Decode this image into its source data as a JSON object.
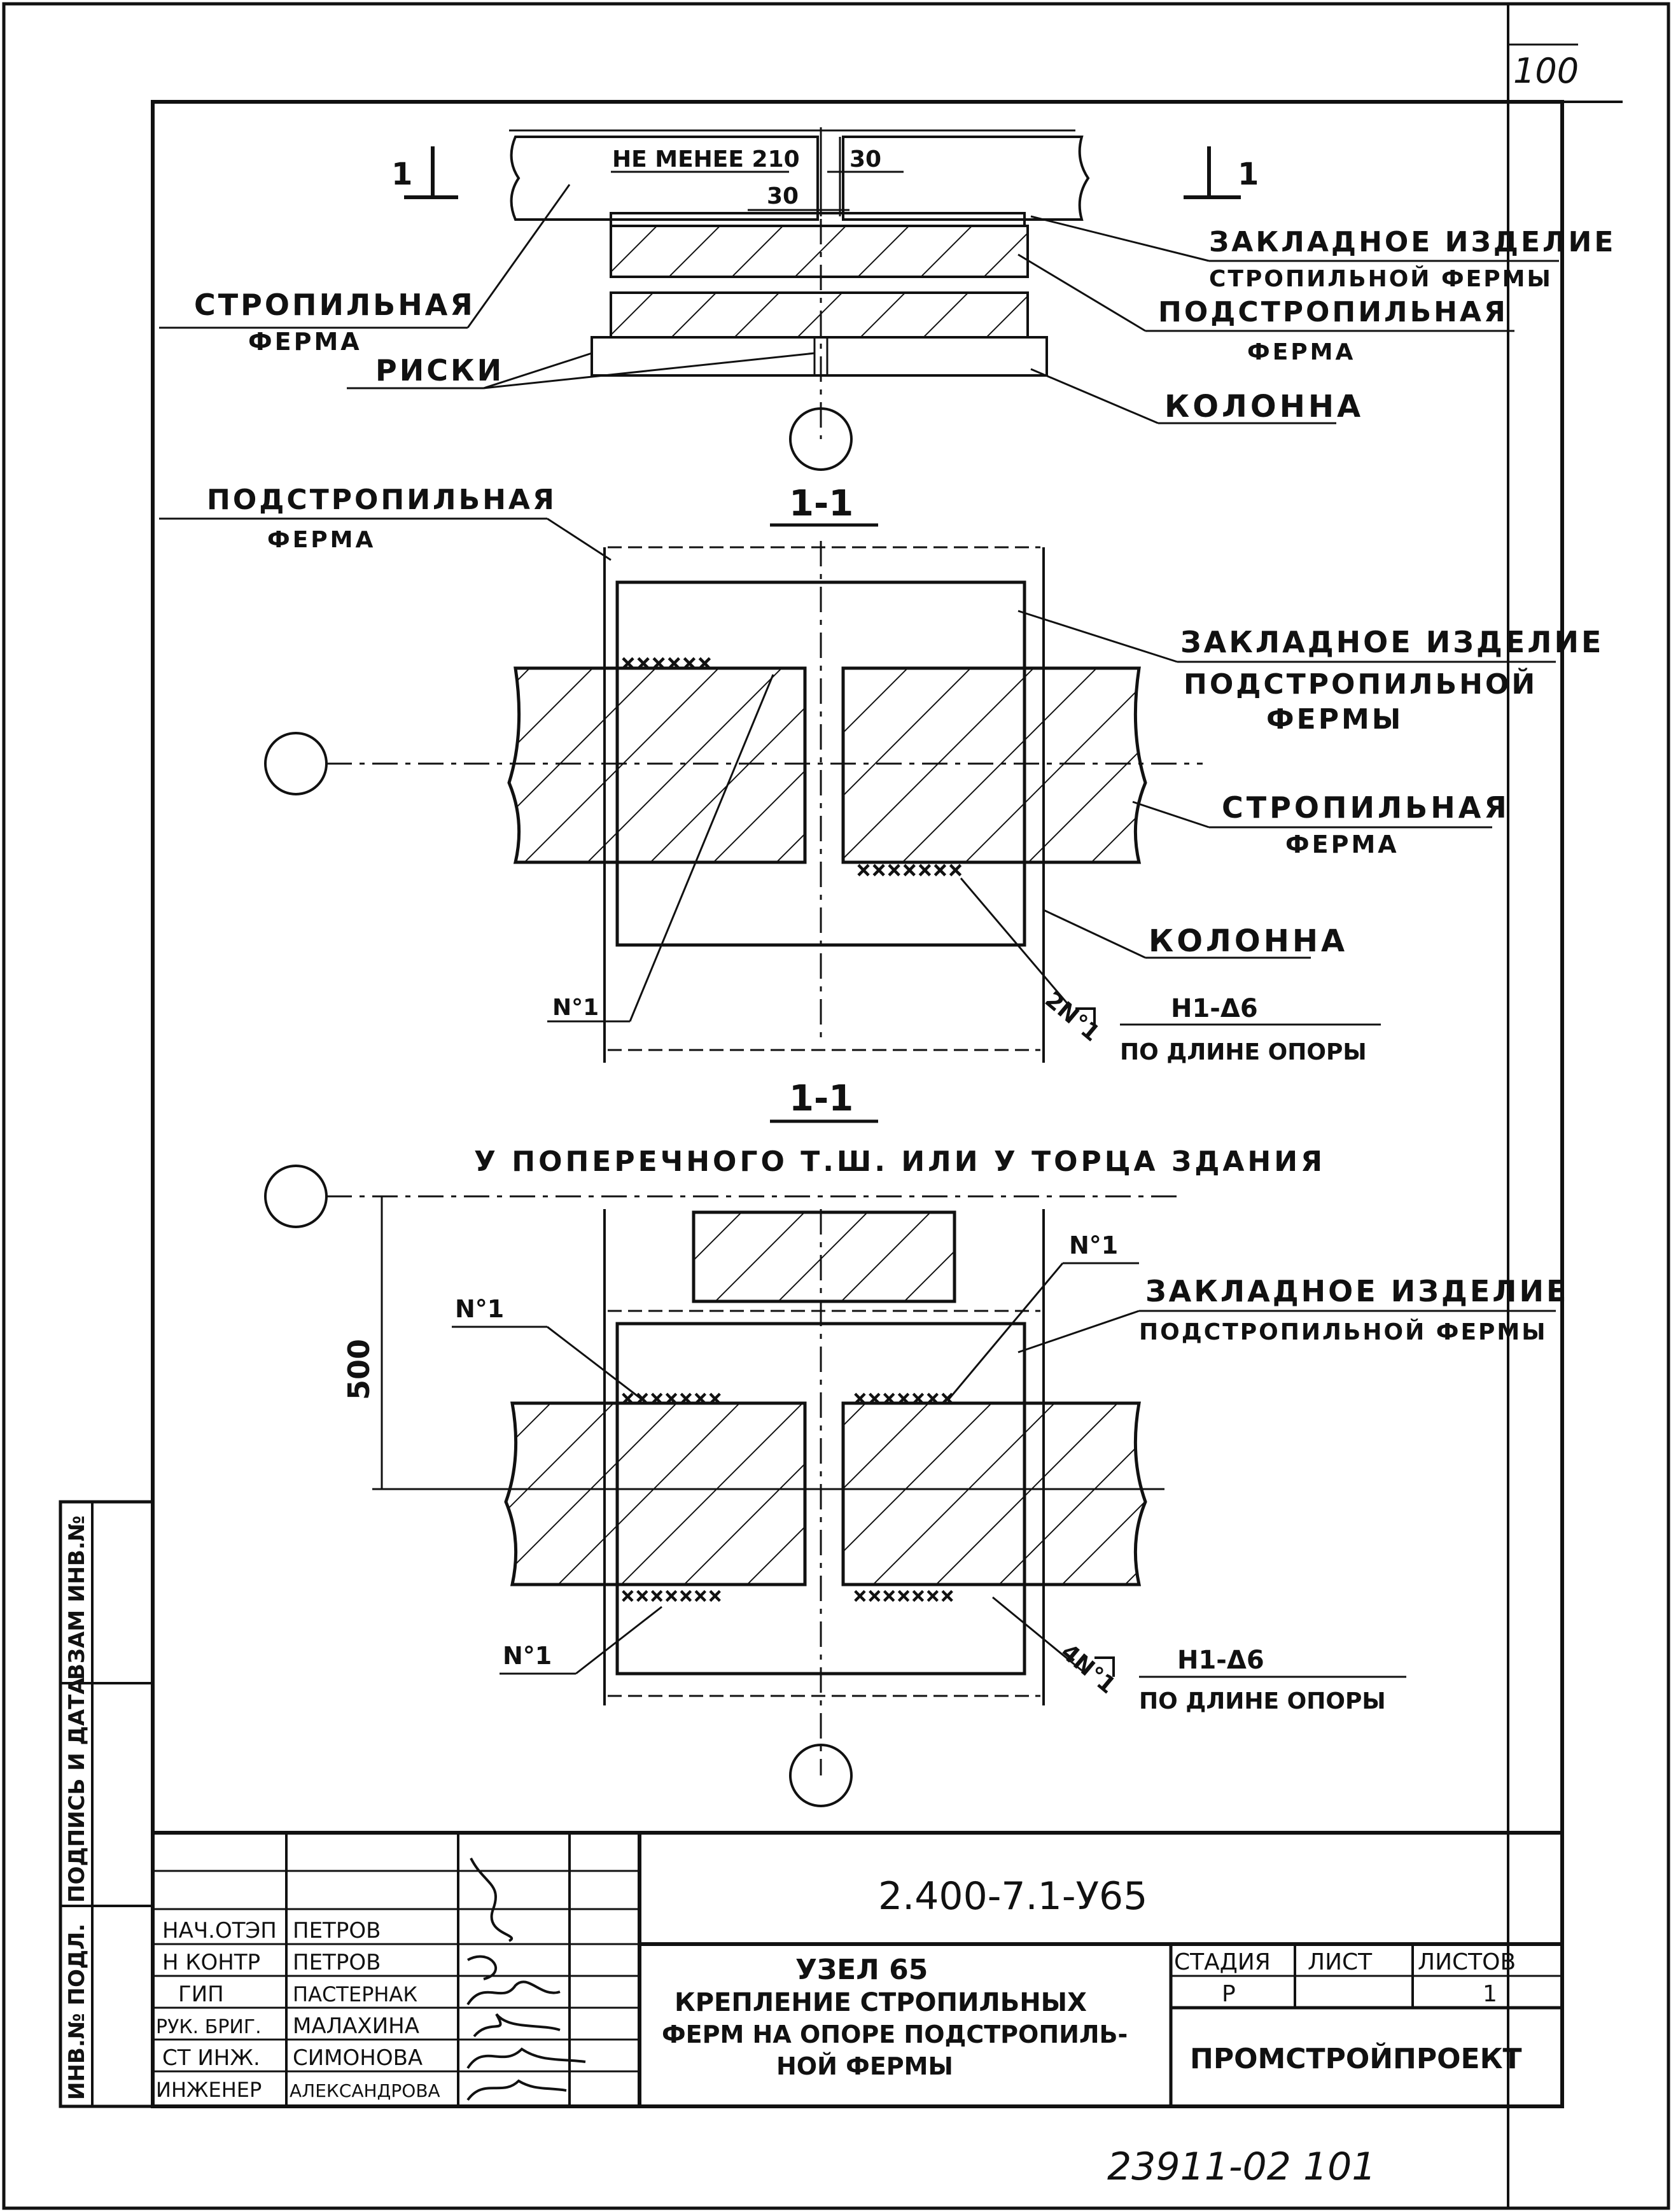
{
  "sheet_number": "100",
  "stamp_number": "23911-02 101",
  "top_view": {
    "section_mark_left": "1",
    "section_mark_right": "1",
    "dim_min": "НЕ МЕНЕЕ 210",
    "dim_30_a": "30",
    "dim_30_b": "30",
    "label_rafter": [
      "СТРОПИЛЬНАЯ",
      "ФЕРМА"
    ],
    "label_embedded": [
      "ЗАКЛАДНОЕ ИЗДЕЛИЕ",
      "СТРОПИЛЬНОЙ ФЕРМЫ"
    ],
    "label_subrafter": [
      "ПОДСТРОПИЛЬНАЯ",
      "ФЕРМА"
    ],
    "label_marks": "РИСКИ",
    "label_column": "КОЛОННА"
  },
  "section_1": {
    "title": "1-1",
    "label_subrafter": [
      "ПОДСТРОПИЛЬНАЯ",
      "ФЕРМА"
    ],
    "label_embedded": [
      "ЗАКЛАДНОЕ ИЗДЕЛИЕ",
      "ПОДСТРОПИЛЬНОЙ",
      "ФЕРМЫ"
    ],
    "label_rafter": [
      "СТРОПИЛЬНАЯ",
      "ФЕРМА"
    ],
    "label_column": "КОЛОННА",
    "weld_left": "N°1",
    "weld_right": "2N°1",
    "weld_spec": "Н1-Δ6",
    "weld_note": "ПО ДЛИНЕ ОПОРЫ"
  },
  "section_2": {
    "title": "1-1",
    "subtitle": "У ПОПЕРЕЧНОГО Т.Ш. ИЛИ У ТОРЦА ЗДАНИЯ",
    "dim_500": "500",
    "label_embedded": [
      "ЗАКЛАДНОЕ ИЗДЕЛИЕ",
      "ПОДСТРОПИЛЬНОЙ ФЕРМЫ"
    ],
    "weld_top_left": "N°1",
    "weld_top_right": "N°1",
    "weld_bottom_left": "N°1",
    "weld_right": "4N°1",
    "weld_spec": "Н1-Δ6",
    "weld_note": "ПО ДЛИНЕ ОПОРЫ"
  },
  "side_strip": {
    "cells": [
      "ВЗАМ ИНВ.№",
      "ПОДПИСЬ И ДАТА",
      "ИНВ.№ ПОДЛ."
    ]
  },
  "title_block": {
    "doc_code": "2.400-7.1-У65",
    "title_lines": [
      "УЗЕЛ 65",
      "КРЕПЛЕНИЕ СТРОПИЛЬНЫХ",
      "ФЕРМ НА ОПОРЕ ПОДСТРОПИЛЬ-",
      "НОЙ ФЕРМЫ"
    ],
    "roles": [
      {
        "role": "НАЧ.ОТЭП",
        "name": "ПЕТРОВ"
      },
      {
        "role": "Н КОНТР",
        "name": "ПЕТРОВ"
      },
      {
        "role": "ГИП",
        "name": "ПАСТЕРНАК"
      },
      {
        "role": "РУК. БРИГ.",
        "name": "МАЛАХИНА"
      },
      {
        "role": "СТ ИНЖ.",
        "name": "СИМОНОВА"
      },
      {
        "role": "ИНЖЕНЕР",
        "name": "АЛЕКСАНДРОВА"
      }
    ],
    "stage_header": "СТАДИЯ",
    "sheet_header": "ЛИСТ",
    "sheets_header": "ЛИСТОВ",
    "stage_value": "Р",
    "sheet_value": "",
    "sheets_value": "1",
    "organization": "ПРОМСТРОЙПРОЕКТ"
  }
}
